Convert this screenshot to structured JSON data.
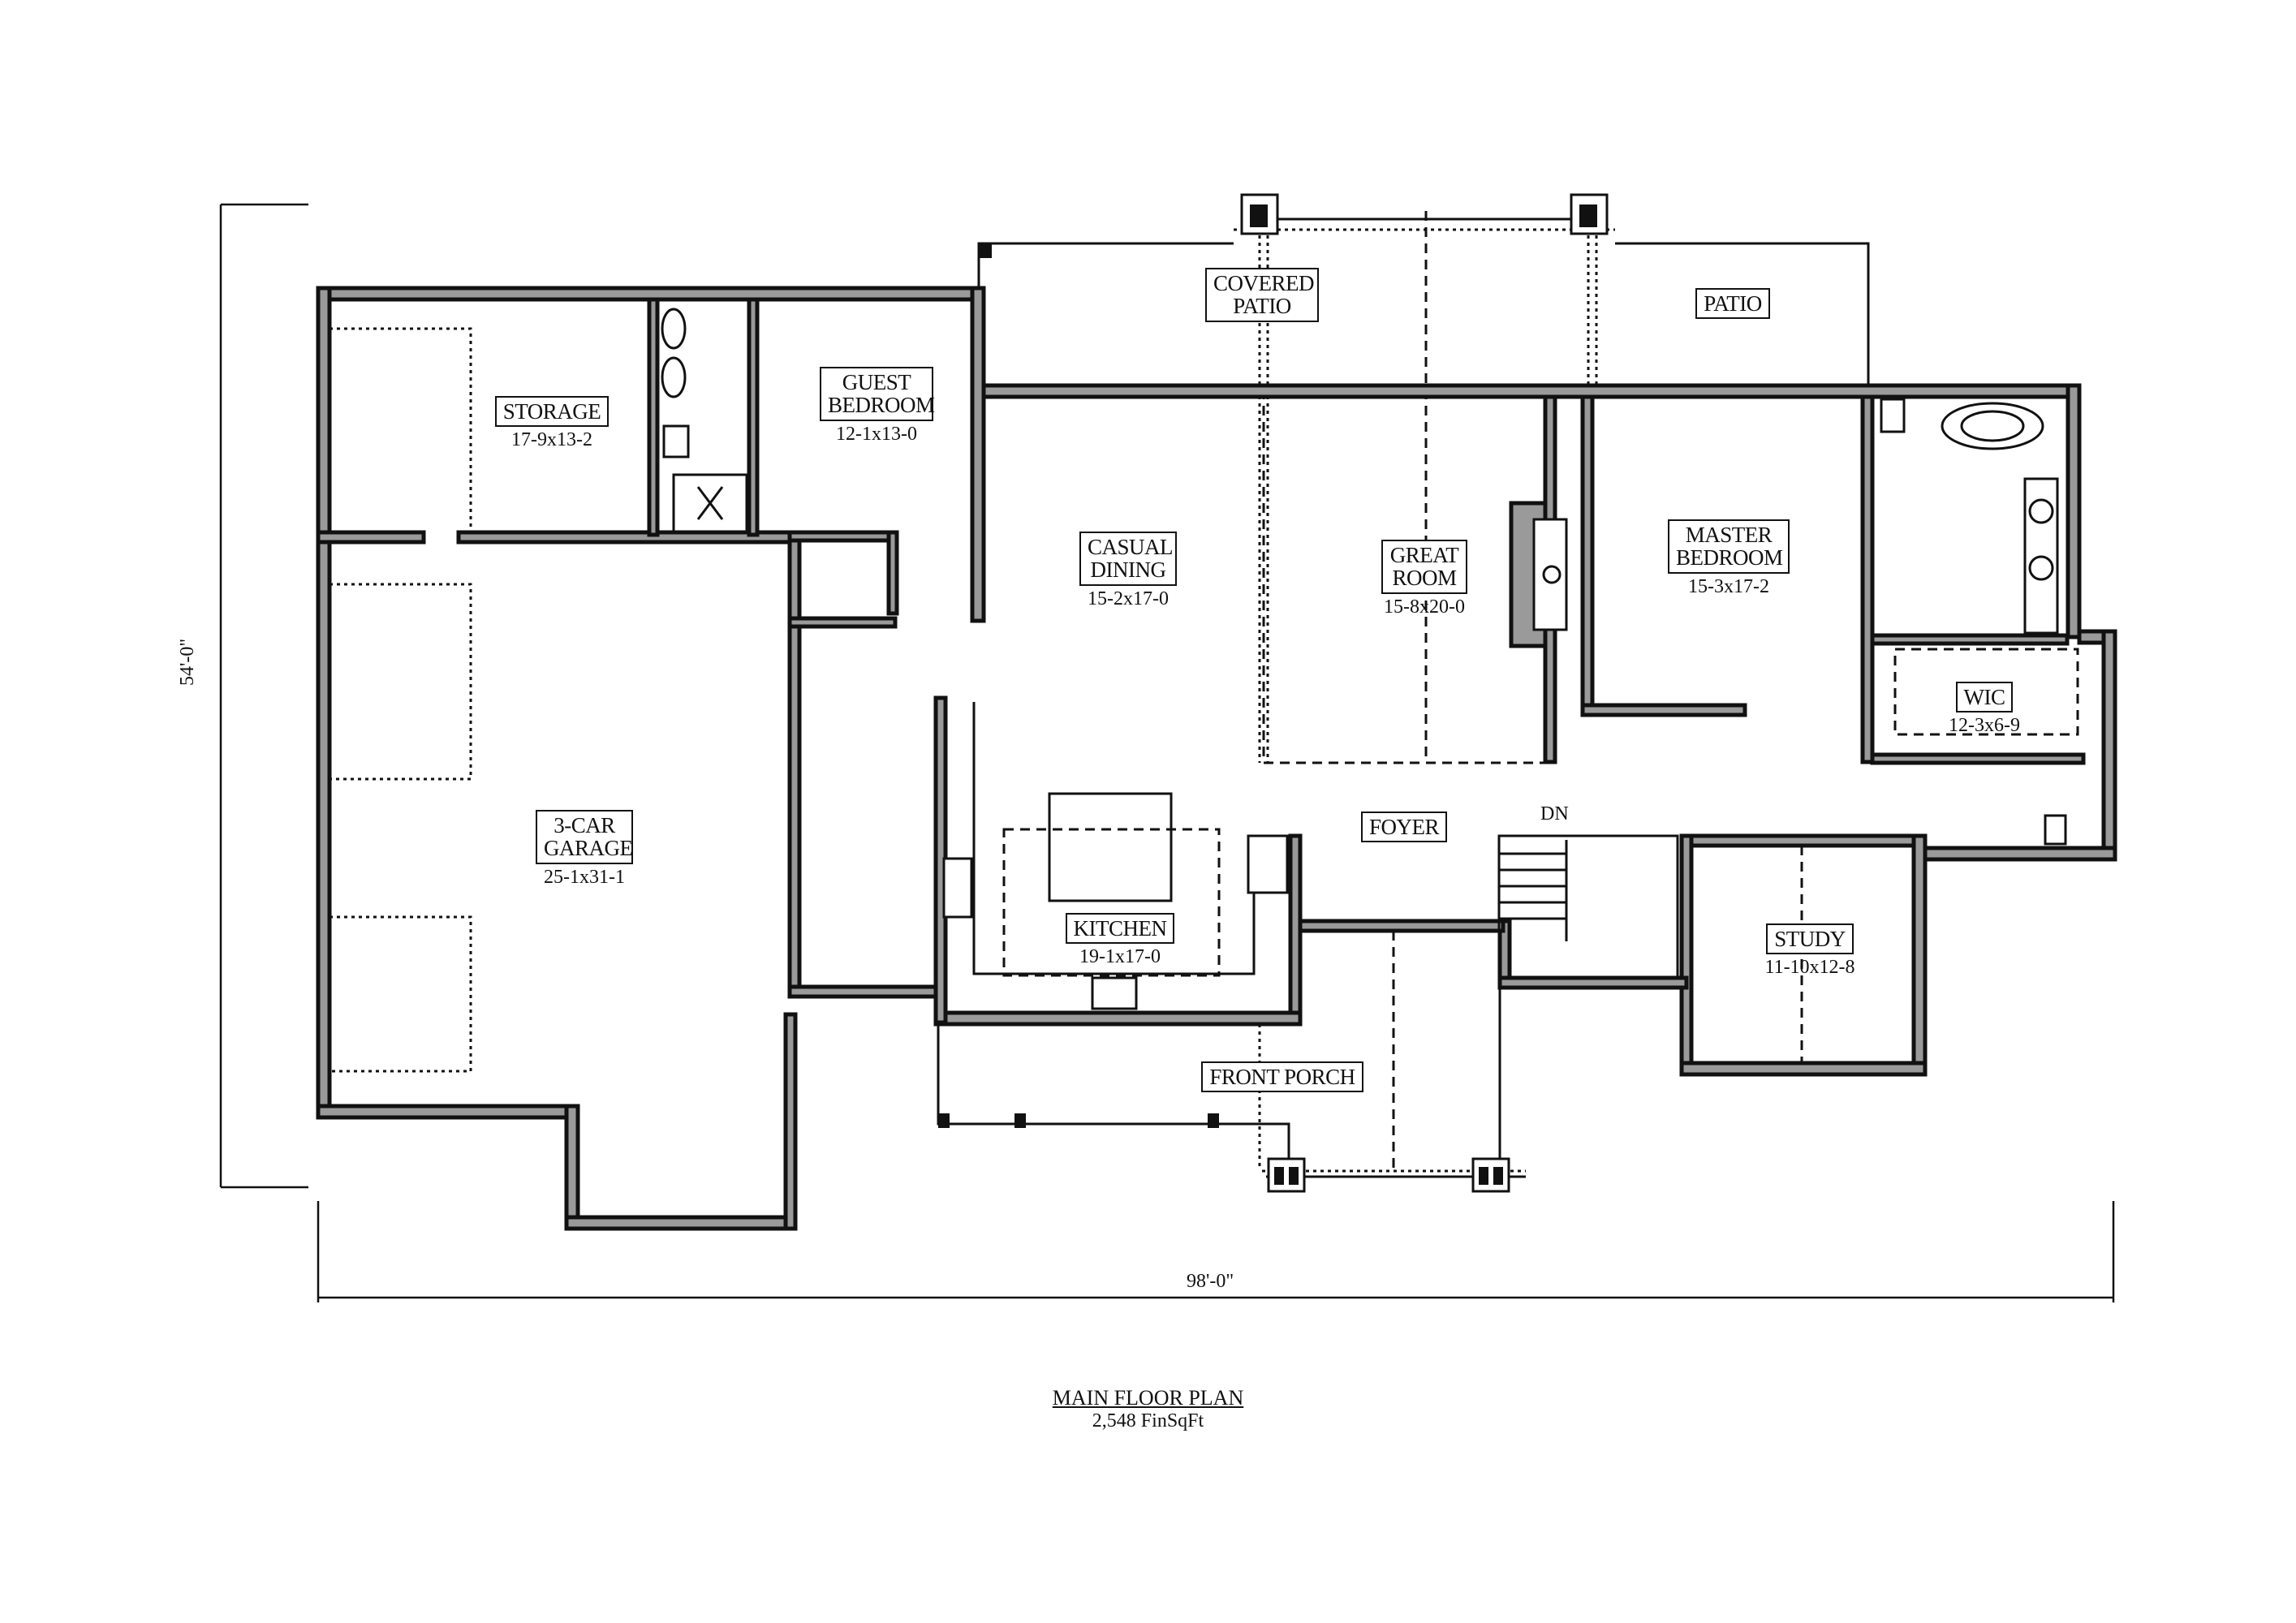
{
  "plan": {
    "title": "MAIN FLOOR PLAN",
    "area": "2,548 FinSqFt",
    "width_dimension": "98'-0\"",
    "depth_dimension": "54'-0\"",
    "stair_label": "DN"
  },
  "rooms": [
    {
      "id": "storage",
      "name": "STORAGE",
      "size": "17-9x13-2"
    },
    {
      "id": "guest-bedroom",
      "name": "GUEST BEDROOM",
      "size": "12-1x13-0"
    },
    {
      "id": "covered-patio",
      "name": "COVERED PATIO",
      "size": ""
    },
    {
      "id": "patio",
      "name": "PATIO",
      "size": ""
    },
    {
      "id": "casual-dining",
      "name": "CASUAL DINING",
      "size": "15-2x17-0"
    },
    {
      "id": "great-room",
      "name": "GREAT ROOM",
      "size": "15-8x20-0"
    },
    {
      "id": "master-bedroom",
      "name": "MASTER BEDROOM",
      "size": "15-3x17-2"
    },
    {
      "id": "wic",
      "name": "WIC",
      "size": "12-3x6-9"
    },
    {
      "id": "garage",
      "name": "3-CAR GARAGE",
      "size": "25-1x31-1"
    },
    {
      "id": "foyer",
      "name": "FOYER",
      "size": ""
    },
    {
      "id": "kitchen",
      "name": "KITCHEN",
      "size": "19-1x17-0"
    },
    {
      "id": "study",
      "name": "STUDY",
      "size": "11-10x12-8"
    },
    {
      "id": "front-porch",
      "name": "FRONT PORCH",
      "size": ""
    }
  ],
  "colors": {
    "wall_fill": "#9a9a9a",
    "line": "#111111",
    "background": "#ffffff"
  }
}
